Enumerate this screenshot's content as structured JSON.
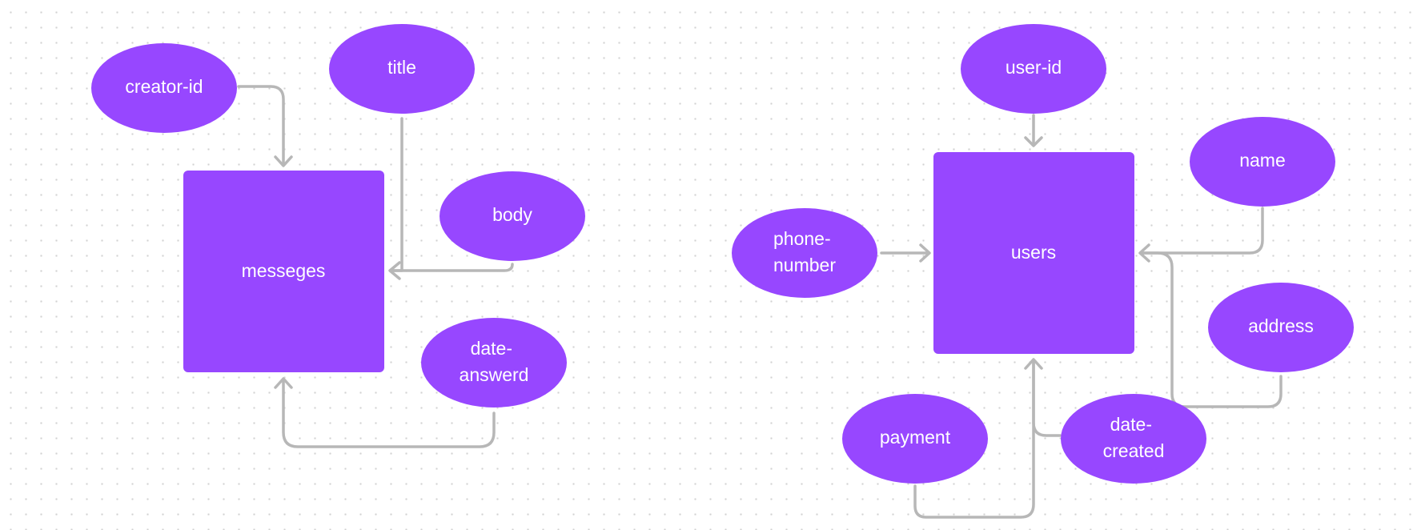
{
  "colors": {
    "node_fill": "#9747ff",
    "connector": "#b7b7b7",
    "label": "#ffffff"
  },
  "diagrams": [
    {
      "entity": "messeges",
      "attributes": {
        "creator_id": "creator-id",
        "title": "title",
        "body": "body",
        "date_answerd": [
          "date-",
          "answerd"
        ]
      }
    },
    {
      "entity": "users",
      "attributes": {
        "user_id": "user-id",
        "name": "name",
        "phone_number": [
          "phone-",
          "number"
        ],
        "address": "address",
        "payment": "payment",
        "date_created": [
          "date-",
          "created"
        ]
      }
    }
  ]
}
